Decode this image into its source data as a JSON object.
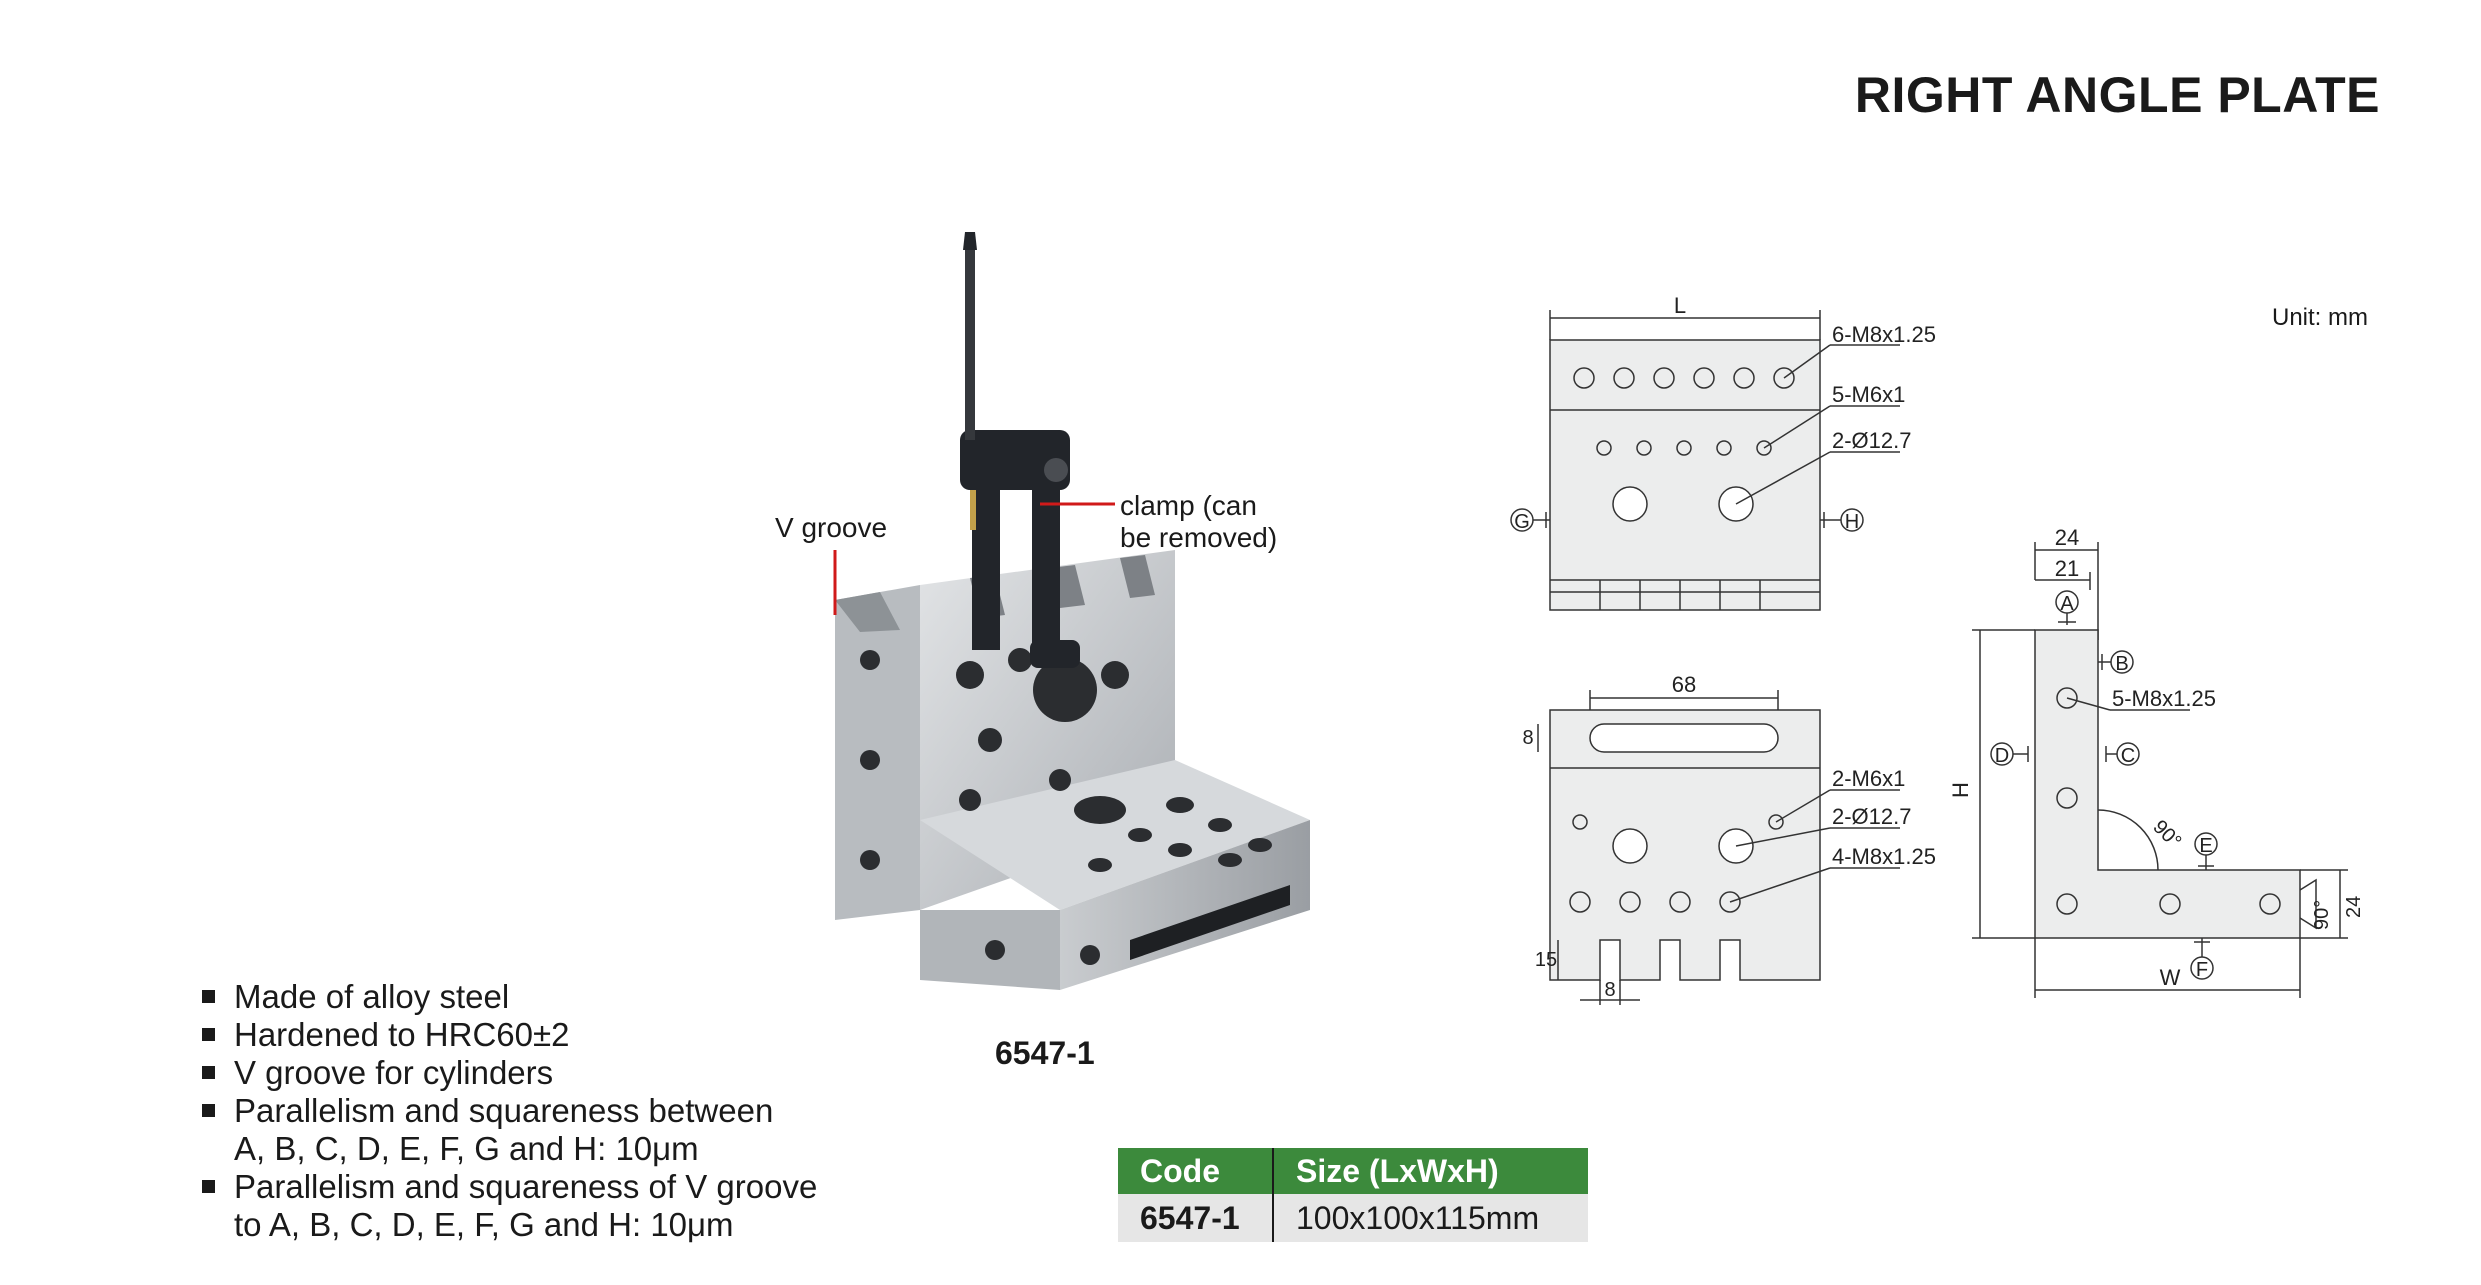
{
  "title": "RIGHT ANGLE PLATE",
  "unit": "Unit: mm",
  "photo": {
    "callout_v": "V groove",
    "callout_clamp_line1": "clamp (can",
    "callout_clamp_line2": "be removed)",
    "model": "6547-1"
  },
  "features": [
    {
      "lines": [
        "Made of alloy steel"
      ]
    },
    {
      "lines": [
        "Hardened to HRC60±2"
      ]
    },
    {
      "lines": [
        "V groove for cylinders"
      ]
    },
    {
      "lines": [
        "Parallelism and squareness between",
        "A, B, C, D, E, F, G and H: 10μm"
      ]
    },
    {
      "lines": [
        "Parallelism and squareness of V groove",
        "to A, B, C, D, E, F, G and H: 10μm"
      ]
    }
  ],
  "table": {
    "headers": [
      "Code",
      "Size (LxWxH)"
    ],
    "rows": [
      [
        "6547-1",
        "100x100x115mm"
      ]
    ]
  },
  "drawing_front": {
    "dim_L": "L",
    "label_1": "6-M8x1.25",
    "label_2": "5-M6x1",
    "label_3": "2-Ø12.7",
    "ref_G": "G",
    "ref_H": "H"
  },
  "drawing_top": {
    "dim_68": "68",
    "dim_8a": "8",
    "label_1": "2-M6x1",
    "label_2": "2-Ø12.7",
    "label_3": "4-M8x1.25",
    "dim_15": "15",
    "dim_8b": "8"
  },
  "drawing_side": {
    "dim_24a": "24",
    "dim_21": "21",
    "ref_A": "A",
    "ref_B": "B",
    "label_holes": "5-M8x1.25",
    "ref_C": "C",
    "ref_D": "D",
    "dim_H": "H",
    "angle_1": "90°",
    "ref_E": "E",
    "angle_2": "90°",
    "dim_24b": "24",
    "dim_W": "W",
    "ref_F": "F"
  }
}
